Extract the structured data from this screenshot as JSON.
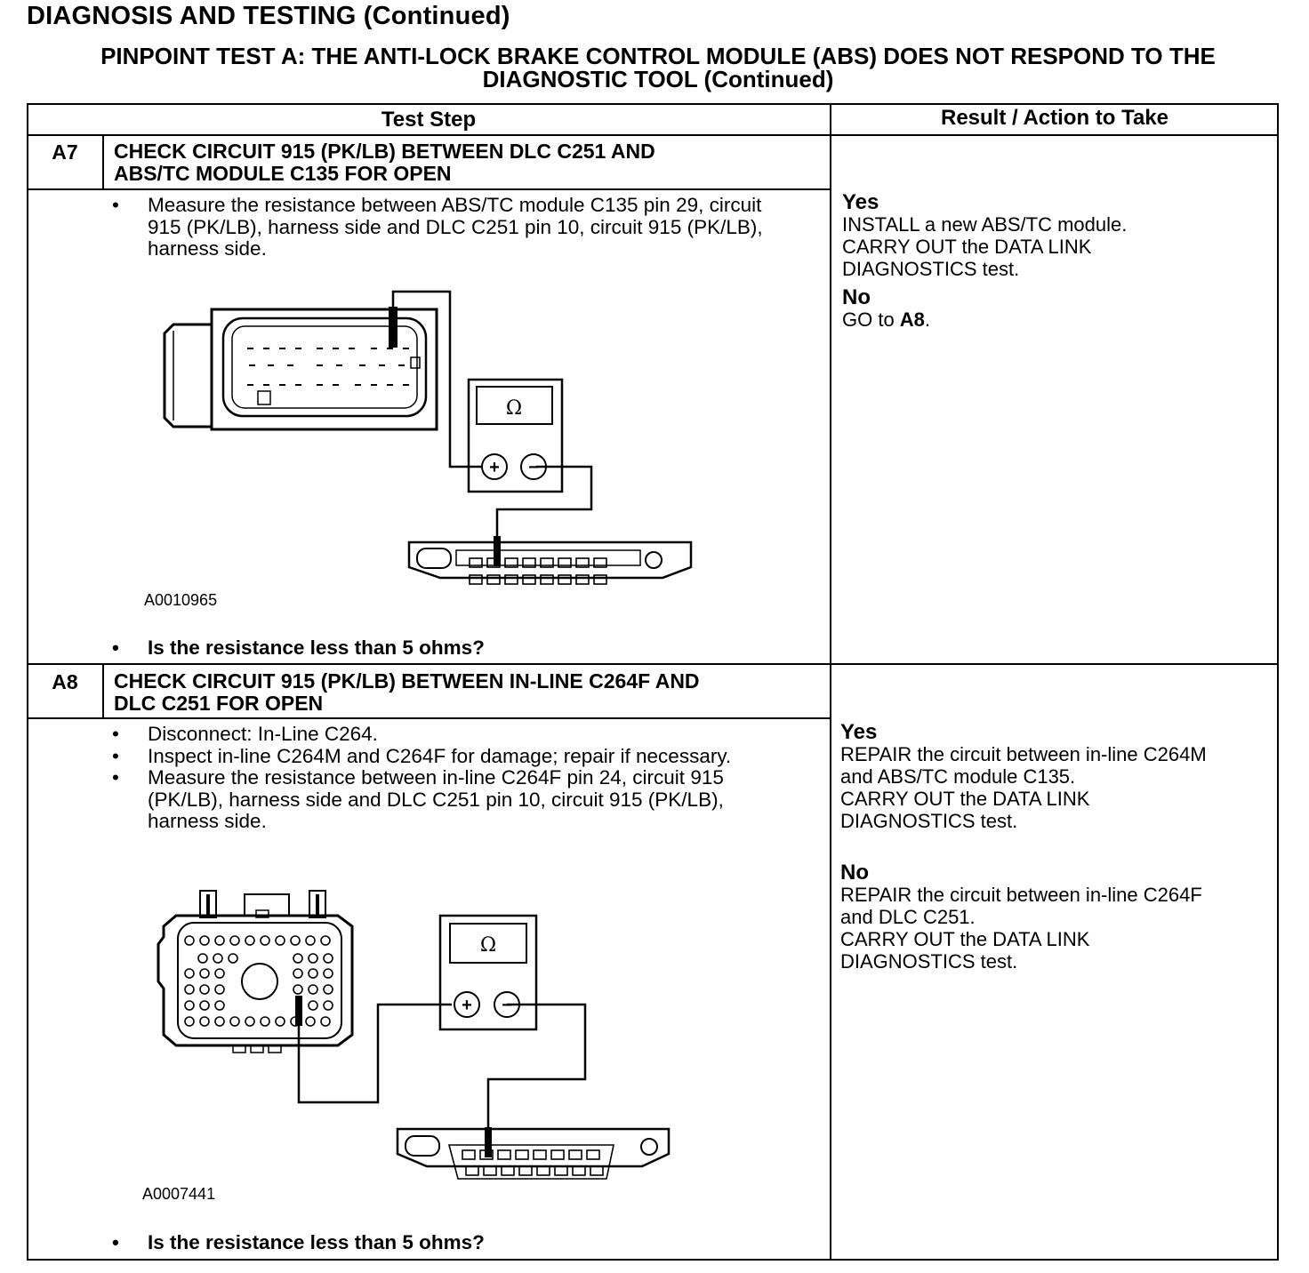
{
  "page": {
    "title": "DIAGNOSIS AND TESTING (Continued)",
    "test_title_line1": "PINPOINT TEST A: THE ANTI-LOCK BRAKE CONTROL MODULE (ABS) DOES NOT RESPOND TO THE",
    "test_title_line2": "DIAGNOSTIC TOOL (Continued)"
  },
  "table": {
    "headers": {
      "step": "Test Step",
      "result": "Result / Action to Take"
    },
    "steps": [
      {
        "id": "A7",
        "title_line1": "CHECK CIRCUIT 915 (PK/LB) BETWEEN DLC C251 AND",
        "title_line2": "ABS/TC MODULE C135 FOR OPEN",
        "bullets": [
          "Measure the resistance between ABS/TC module C135 pin 29, circuit 915 (PK/LB), harness side and DLC C251 pin 10, circuit 915 (PK/LB), harness side."
        ],
        "figure_code": "A0010965",
        "meter_symbol": "Ω",
        "plus": "+",
        "minus": "−",
        "question": "Is the resistance less than 5 ohms?",
        "results": {
          "yes_head": "Yes",
          "yes_lines": [
            "INSTALL a new ABS/TC module.",
            "CARRY OUT the DATA LINK",
            "DIAGNOSTICS test."
          ],
          "no_head": "No",
          "no_prefix": "GO to ",
          "no_target": "A8",
          "no_suffix": "."
        }
      },
      {
        "id": "A8",
        "title_line1": "CHECK CIRCUIT 915 (PK/LB) BETWEEN IN-LINE C264F AND",
        "title_line2": "DLC C251 FOR OPEN",
        "bullets": [
          "Disconnect: In-Line C264.",
          "Inspect in-line C264M and C264F for damage; repair if necessary.",
          "Measure the resistance between in-line C264F pin 24, circuit 915 (PK/LB), harness side and DLC C251 pin 10, circuit 915 (PK/LB), harness side."
        ],
        "figure_code": "A0007441",
        "meter_symbol": "Ω",
        "plus": "+",
        "minus": "−",
        "question": "Is the resistance less than 5 ohms?",
        "results": {
          "yes_head": "Yes",
          "yes_lines": [
            "REPAIR the circuit between in-line C264M",
            "and ABS/TC module C135.",
            "CARRY OUT the DATA LINK",
            "DIAGNOSTICS test."
          ],
          "no_head": "No",
          "no_lines": [
            "REPAIR the circuit between in-line C264F",
            "and DLC C251.",
            "CARRY OUT the DATA LINK",
            "DIAGNOSTICS test."
          ]
        }
      }
    ]
  }
}
